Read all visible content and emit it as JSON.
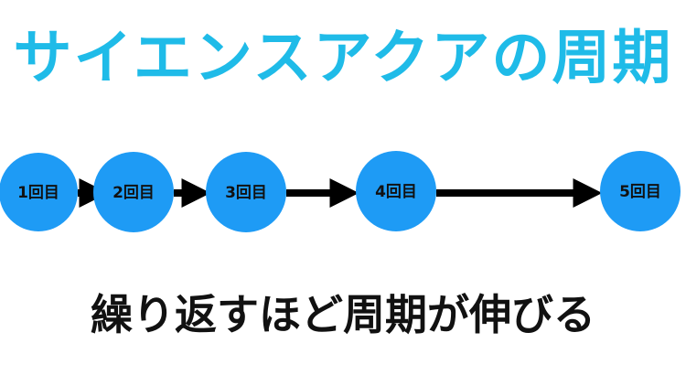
{
  "title": "サイエンスアクアの周期",
  "subtitle": "繰り返すほど周期が伸びる",
  "colors": {
    "title": "#1fbbe8",
    "node": "#1e9bf5",
    "arrow": "#000000"
  },
  "nodes": [
    {
      "label": "1回目"
    },
    {
      "label": "2回目"
    },
    {
      "label": "3回目"
    },
    {
      "label": "4回目"
    },
    {
      "label": "5回目"
    }
  ]
}
